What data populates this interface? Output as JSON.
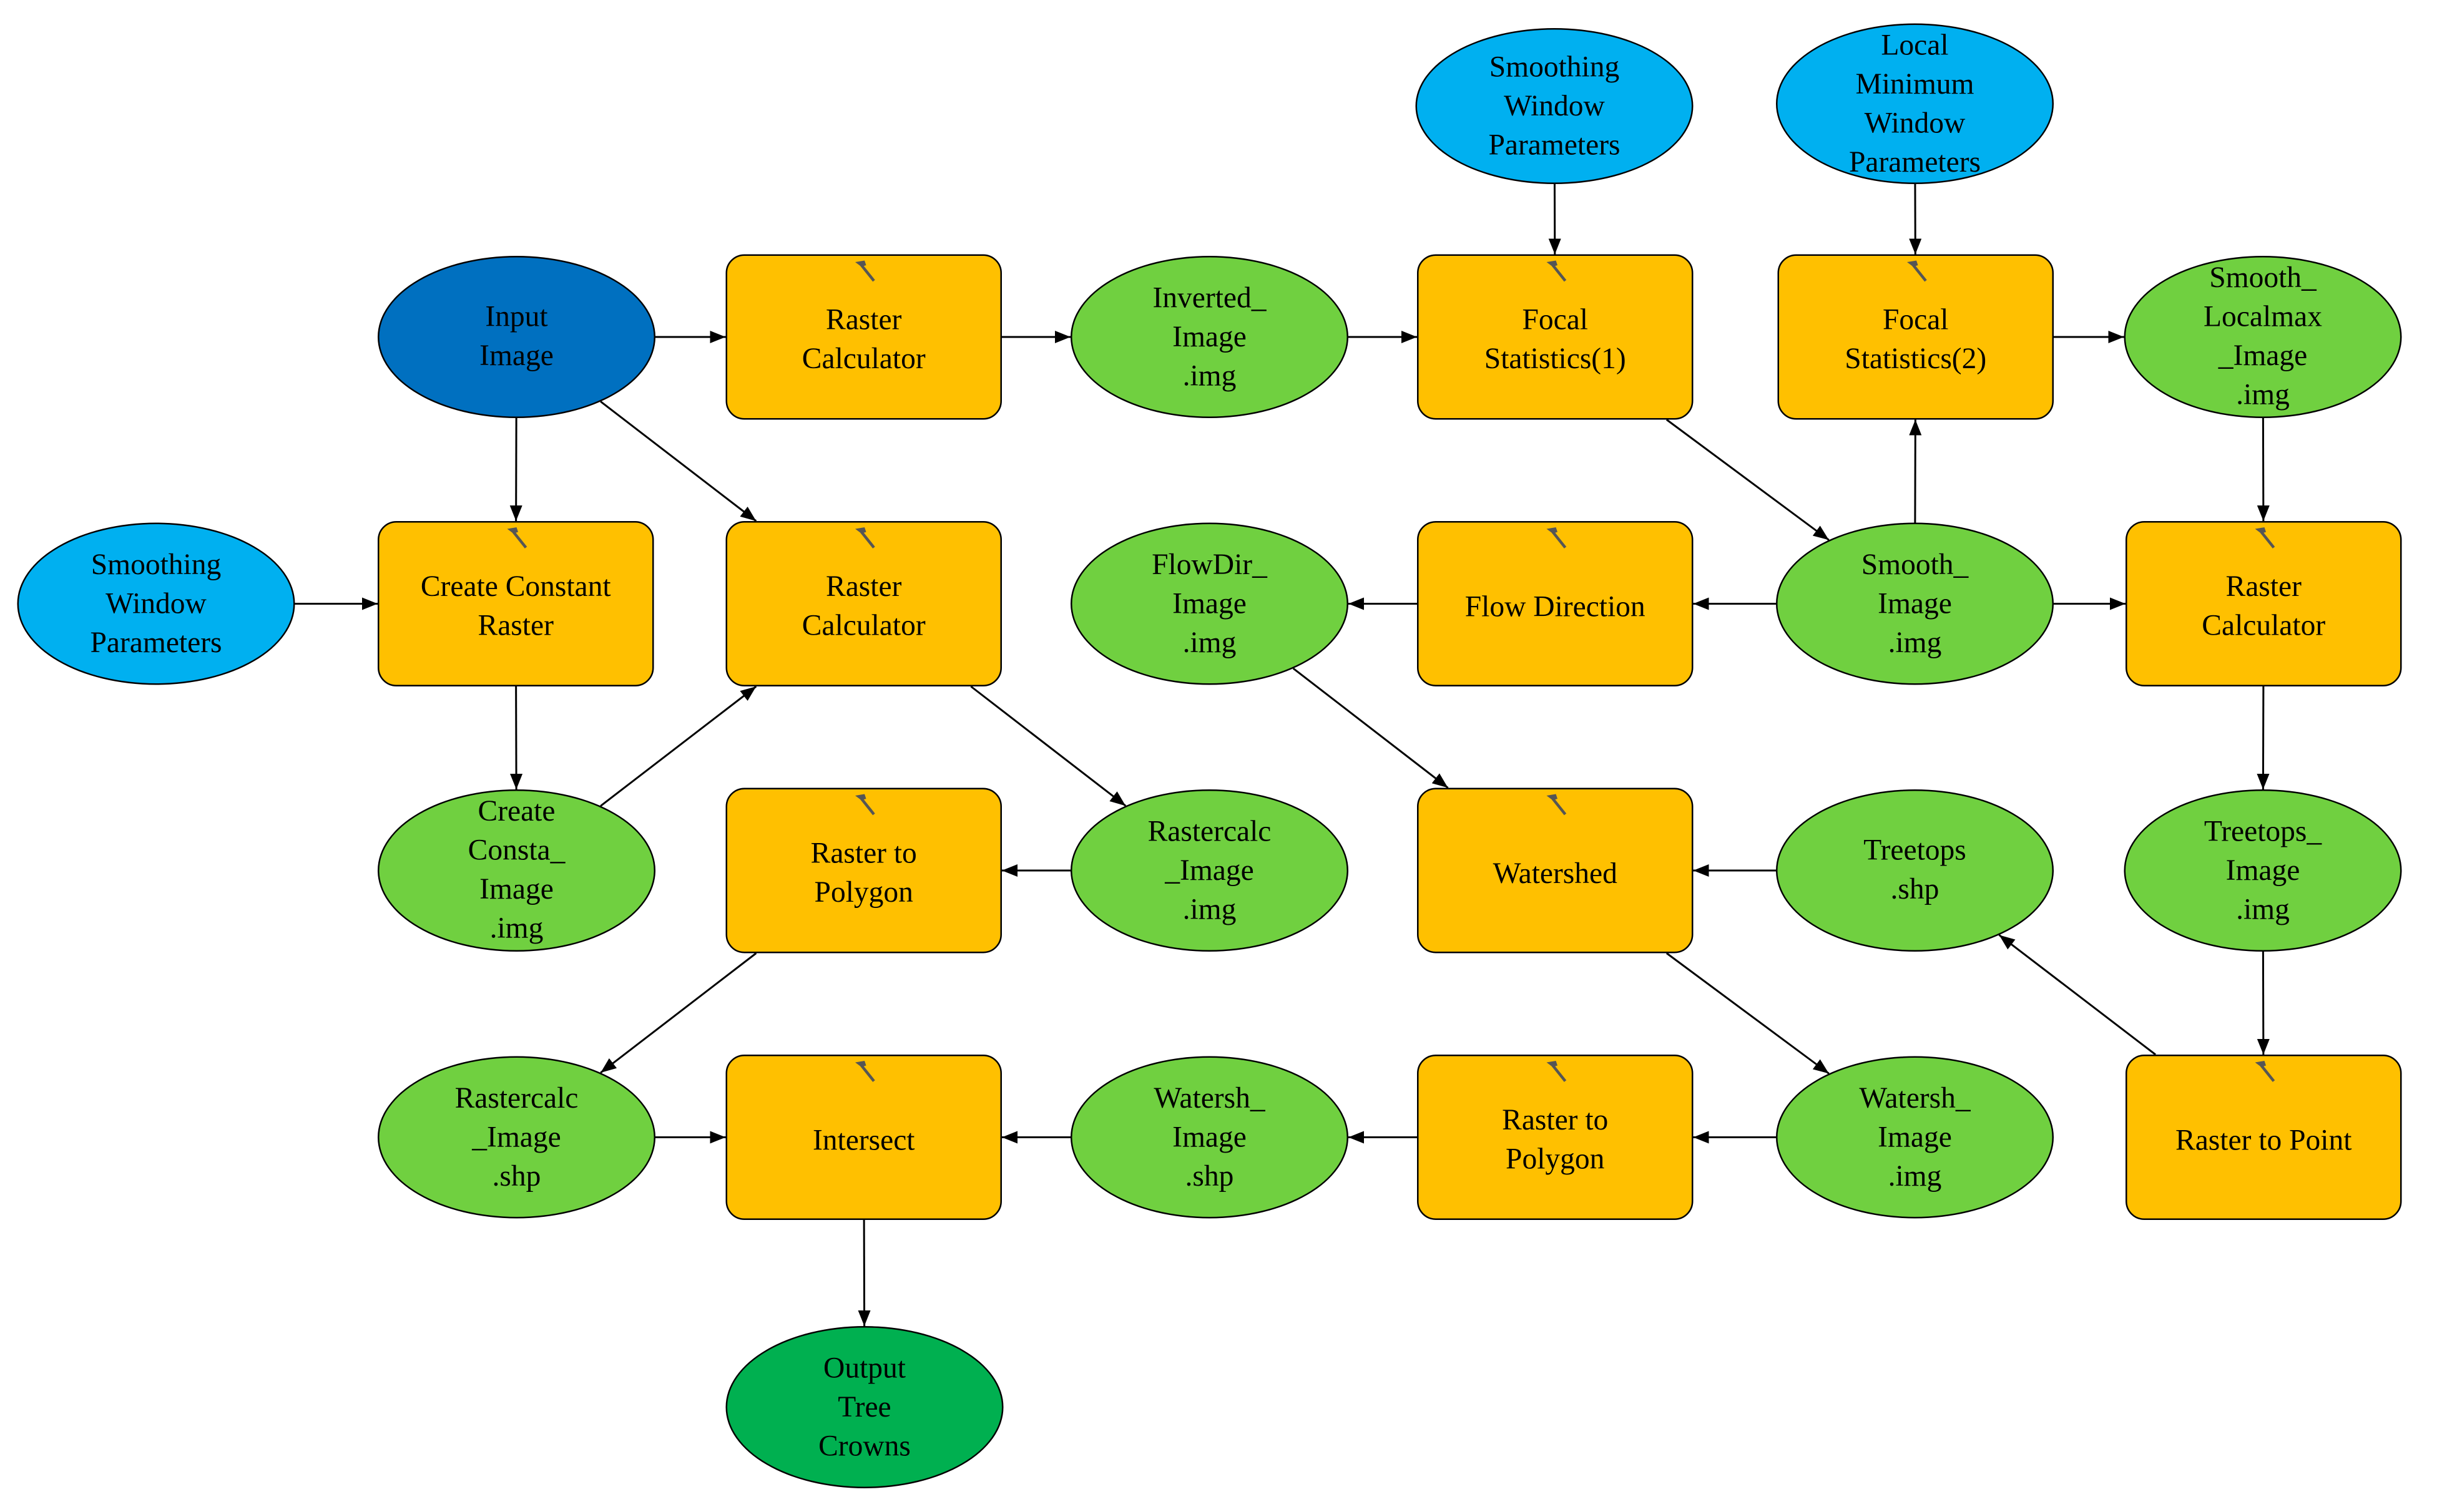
{
  "colors": {
    "input": "#0070C0",
    "parameter": "#00B0F0",
    "tool": "#FFC000",
    "intermediate": "#70D040",
    "output": "#00B050",
    "edge": "#000000"
  },
  "nodes": [
    {
      "id": "n1",
      "kind": "parameter",
      "label": "Smoothing\nWindow\nParameters"
    },
    {
      "id": "n2",
      "kind": "parameter",
      "label": "Local\nMinimum\nWindow\nParameters"
    },
    {
      "id": "n3",
      "kind": "input",
      "label": "Input\nImage"
    },
    {
      "id": "n4",
      "kind": "tool",
      "label": "Raster\nCalculator"
    },
    {
      "id": "n5",
      "kind": "intermediate",
      "label": "Inverted_\nImage\n.img"
    },
    {
      "id": "n6",
      "kind": "tool",
      "label": "Focal\nStatistics(1)"
    },
    {
      "id": "n7",
      "kind": "tool",
      "label": "Focal\nStatistics(2)"
    },
    {
      "id": "n8",
      "kind": "intermediate",
      "label": "Smooth_\nLocalmax\n_Image\n.img"
    },
    {
      "id": "n9",
      "kind": "parameter",
      "label": "Smoothing\nWindow\nParameters"
    },
    {
      "id": "n10",
      "kind": "tool",
      "label": "Create Constant\nRaster"
    },
    {
      "id": "n11",
      "kind": "tool",
      "label": "Raster\nCalculator"
    },
    {
      "id": "n12",
      "kind": "intermediate",
      "label": "FlowDir_\nImage\n.img"
    },
    {
      "id": "n13",
      "kind": "tool",
      "label": "Flow Direction"
    },
    {
      "id": "n14",
      "kind": "intermediate",
      "label": "Smooth_\nImage\n.img"
    },
    {
      "id": "n15",
      "kind": "tool",
      "label": "Raster\nCalculator"
    },
    {
      "id": "n16",
      "kind": "intermediate",
      "label": "Create\nConsta_\nImage\n.img"
    },
    {
      "id": "n17",
      "kind": "tool",
      "label": "Raster to\nPolygon"
    },
    {
      "id": "n18",
      "kind": "intermediate",
      "label": "Rastercalc\n_Image\n.img"
    },
    {
      "id": "n19",
      "kind": "tool",
      "label": "Watershed"
    },
    {
      "id": "n20",
      "kind": "intermediate",
      "label": "Treetops\n.shp"
    },
    {
      "id": "n21",
      "kind": "intermediate",
      "label": "Treetops_\nImage\n.img"
    },
    {
      "id": "n22",
      "kind": "intermediate",
      "label": "Rastercalc\n_Image\n.shp"
    },
    {
      "id": "n23",
      "kind": "tool",
      "label": "Intersect"
    },
    {
      "id": "n24",
      "kind": "intermediate",
      "label": "Watersh_\nImage\n.shp"
    },
    {
      "id": "n25",
      "kind": "tool",
      "label": "Raster to\nPolygon"
    },
    {
      "id": "n26",
      "kind": "intermediate",
      "label": "Watersh_\nImage\n.img"
    },
    {
      "id": "n27",
      "kind": "tool",
      "label": "Raster to Point"
    },
    {
      "id": "n28",
      "kind": "output",
      "label": "Output\nTree\nCrowns"
    }
  ],
  "edges": [
    {
      "from": "n3",
      "to": "n4"
    },
    {
      "from": "n4",
      "to": "n5"
    },
    {
      "from": "n5",
      "to": "n6"
    },
    {
      "from": "n1",
      "to": "n6"
    },
    {
      "from": "n2",
      "to": "n7"
    },
    {
      "from": "n7",
      "to": "n8"
    },
    {
      "from": "n3",
      "to": "n10"
    },
    {
      "from": "n3",
      "to": "n11"
    },
    {
      "from": "n9",
      "to": "n10"
    },
    {
      "from": "n10",
      "to": "n16"
    },
    {
      "from": "n16",
      "to": "n11"
    },
    {
      "from": "n6",
      "to": "n14"
    },
    {
      "from": "n14",
      "to": "n7"
    },
    {
      "from": "n14",
      "to": "n13"
    },
    {
      "from": "n13",
      "to": "n12"
    },
    {
      "from": "n14",
      "to": "n15"
    },
    {
      "from": "n8",
      "to": "n15"
    },
    {
      "from": "n11",
      "to": "n18"
    },
    {
      "from": "n18",
      "to": "n17"
    },
    {
      "from": "n12",
      "to": "n19"
    },
    {
      "from": "n20",
      "to": "n19"
    },
    {
      "from": "n15",
      "to": "n21"
    },
    {
      "from": "n21",
      "to": "n27"
    },
    {
      "from": "n27",
      "to": "n20"
    },
    {
      "from": "n17",
      "to": "n22"
    },
    {
      "from": "n22",
      "to": "n23"
    },
    {
      "from": "n24",
      "to": "n23"
    },
    {
      "from": "n25",
      "to": "n24"
    },
    {
      "from": "n26",
      "to": "n25"
    },
    {
      "from": "n19",
      "to": "n26"
    },
    {
      "from": "n23",
      "to": "n28"
    }
  ]
}
